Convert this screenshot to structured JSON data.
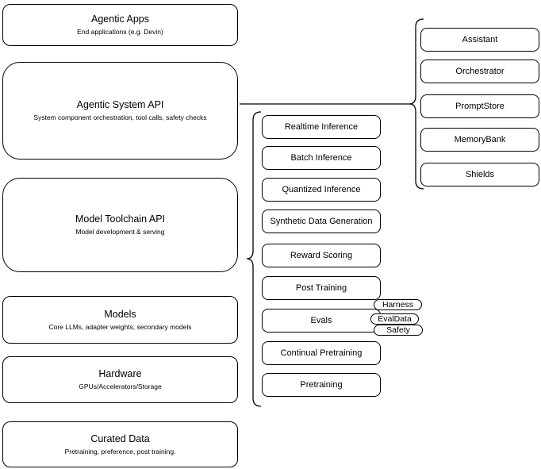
{
  "diagram": {
    "background_color": "#ffffff",
    "stroke_color": "#000000",
    "layers": [
      {
        "title": "Agentic Apps",
        "subtitle": "End applications (e.g. Devin)"
      },
      {
        "title": "Agentic System API",
        "subtitle": "System component orchestration, tool calls, safety checks"
      },
      {
        "title": "Model Toolchain API",
        "subtitle": "Model development & serving"
      },
      {
        "title": "Models",
        "subtitle": "Core LLMs, adapter weights, secondary models"
      },
      {
        "title": "Hardware",
        "subtitle": "GPUs/Accelerators/Storage"
      },
      {
        "title": "Curated Data",
        "subtitle": "Pretraining, preference, post training."
      }
    ],
    "toolchain_items": [
      "Realtime Inference",
      "Batch Inference",
      "Quantized Inference",
      "Synthetic Data Generation",
      "Reward Scoring",
      "Post Training",
      "Evals",
      "Continual Pretraining",
      "Pretraining"
    ],
    "eval_tags": [
      "Harness",
      "EvalData",
      "Safety"
    ],
    "system_components": [
      "Assistant",
      "Orchestrator",
      "PromptStore",
      "MemoryBank",
      "Shields"
    ]
  }
}
